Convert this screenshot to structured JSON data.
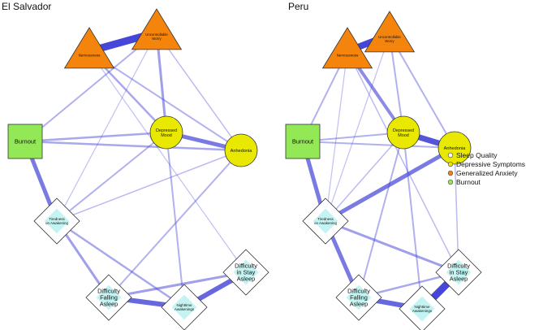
{
  "panels": [
    {
      "title": "El Salvador",
      "edges": [
        {
          "a": "uncontrollable_worry",
          "b": "nervousness",
          "w": 9
        },
        {
          "a": "uncontrollable_worry",
          "b": "depressed_mood",
          "w": 3
        },
        {
          "a": "uncontrollable_worry",
          "b": "burnout",
          "w": 2
        },
        {
          "a": "uncontrollable_worry",
          "b": "tiredness",
          "w": 1.2
        },
        {
          "a": "uncontrollable_worry",
          "b": "anhedonia",
          "w": 1.5
        },
        {
          "a": "nervousness",
          "b": "depressed_mood",
          "w": 2.5
        },
        {
          "a": "nervousness",
          "b": "anhedonia",
          "w": 2
        },
        {
          "a": "nervousness",
          "b": "stay_asleep",
          "w": 1.2
        },
        {
          "a": "burnout",
          "b": "depressed_mood",
          "w": 2.5
        },
        {
          "a": "burnout",
          "b": "anhedonia",
          "w": 2.5
        },
        {
          "a": "burnout",
          "b": "tiredness",
          "w": 5
        },
        {
          "a": "depressed_mood",
          "b": "anhedonia",
          "w": 5
        },
        {
          "a": "depressed_mood",
          "b": "tiredness",
          "w": 2
        },
        {
          "a": "depressed_mood",
          "b": "nighttime",
          "w": 2
        },
        {
          "a": "anhedonia",
          "b": "tiredness",
          "w": 1.5
        },
        {
          "a": "anhedonia",
          "b": "falling_asleep",
          "w": 2
        },
        {
          "a": "tiredness",
          "b": "falling_asleep",
          "w": 3
        },
        {
          "a": "tiredness",
          "b": "nighttime",
          "w": 2.5
        },
        {
          "a": "falling_asleep",
          "b": "nighttime",
          "w": 6
        },
        {
          "a": "falling_asleep",
          "b": "stay_asleep",
          "w": 3
        },
        {
          "a": "nighttime",
          "b": "stay_asleep",
          "w": 6
        }
      ]
    },
    {
      "title": "Peru",
      "edges": [
        {
          "a": "uncontrollable_worry",
          "b": "nervousness",
          "w": 8
        },
        {
          "a": "uncontrollable_worry",
          "b": "depressed_mood",
          "w": 2
        },
        {
          "a": "uncontrollable_worry",
          "b": "anhedonia",
          "w": 2
        },
        {
          "a": "uncontrollable_worry",
          "b": "tiredness",
          "w": 1.2
        },
        {
          "a": "nervousness",
          "b": "depressed_mood",
          "w": 4
        },
        {
          "a": "nervousness",
          "b": "burnout",
          "w": 2
        },
        {
          "a": "nervousness",
          "b": "stay_asleep",
          "w": 1.5
        },
        {
          "a": "nervousness",
          "b": "tiredness",
          "w": 1.2
        },
        {
          "a": "burnout",
          "b": "depressed_mood",
          "w": 2
        },
        {
          "a": "burnout",
          "b": "anhedonia",
          "w": 2
        },
        {
          "a": "burnout",
          "b": "tiredness",
          "w": 5
        },
        {
          "a": "depressed_mood",
          "b": "anhedonia",
          "w": 7
        },
        {
          "a": "depressed_mood",
          "b": "tiredness",
          "w": 1.5
        },
        {
          "a": "depressed_mood",
          "b": "falling_asleep",
          "w": 2
        },
        {
          "a": "depressed_mood",
          "b": "nighttime",
          "w": 2
        },
        {
          "a": "anhedonia",
          "b": "tiredness",
          "w": 5
        },
        {
          "a": "anhedonia",
          "b": "stay_asleep",
          "w": 1.5
        },
        {
          "a": "tiredness",
          "b": "falling_asleep",
          "w": 5
        },
        {
          "a": "tiredness",
          "b": "stay_asleep",
          "w": 3
        },
        {
          "a": "falling_asleep",
          "b": "nighttime",
          "w": 6
        },
        {
          "a": "falling_asleep",
          "b": "stay_asleep",
          "w": 2.5
        },
        {
          "a": "nighttime",
          "b": "stay_asleep",
          "w": 9
        }
      ]
    }
  ],
  "nodes": {
    "uncontrollable_worry": {
      "label": [
        "Uncontrollable",
        "Worry"
      ],
      "shape": "triangle",
      "group": "generalized_anxiety"
    },
    "nervousness": {
      "label": [
        "Nervousness"
      ],
      "shape": "triangle",
      "group": "generalized_anxiety"
    },
    "burnout": {
      "label": [
        "Burnout"
      ],
      "shape": "square",
      "group": "burnout"
    },
    "depressed_mood": {
      "label": [
        "Depressed",
        "Mood"
      ],
      "shape": "circle",
      "group": "depressive_symptoms"
    },
    "anhedonia": {
      "label": [
        "Anhedonia"
      ],
      "shape": "circle",
      "group": "depressive_symptoms"
    },
    "tiredness": {
      "label": [
        "Tiredness",
        "on Awakening"
      ],
      "shape": "diamond",
      "group": "sleep_quality"
    },
    "falling_asleep": {
      "label": [
        "Difficulty",
        "Falling",
        "Asleep"
      ],
      "shape": "diamond",
      "group": "sleep_quality"
    },
    "nighttime": {
      "label": [
        "Nighttime",
        "Awakenings"
      ],
      "shape": "diamond",
      "group": "sleep_quality"
    },
    "stay_asleep": {
      "label": [
        "Difficulty",
        "in Stay",
        "Asleep"
      ],
      "shape": "diamond",
      "group": "sleep_quality"
    }
  },
  "legend": [
    {
      "group": "sleep_quality",
      "label": "Sleep Quality",
      "color": "#ffffff"
    },
    {
      "group": "depressive_symptoms",
      "label": "Depressive Symptoms",
      "color": "#e8e800"
    },
    {
      "group": "generalized_anxiety",
      "label": "Generalized Anxiety",
      "color": "#f4840c"
    },
    {
      "group": "burnout",
      "label": "Burnout",
      "color": "#93e855"
    }
  ],
  "colors": {
    "edge": "#4646d8",
    "sleep_quality_fill": "#c4f4f2",
    "sleep_quality_box": "#ffffff",
    "depressive_symptoms": "#e8e800",
    "generalized_anxiety": "#f4840c",
    "burnout": "#93e855"
  }
}
